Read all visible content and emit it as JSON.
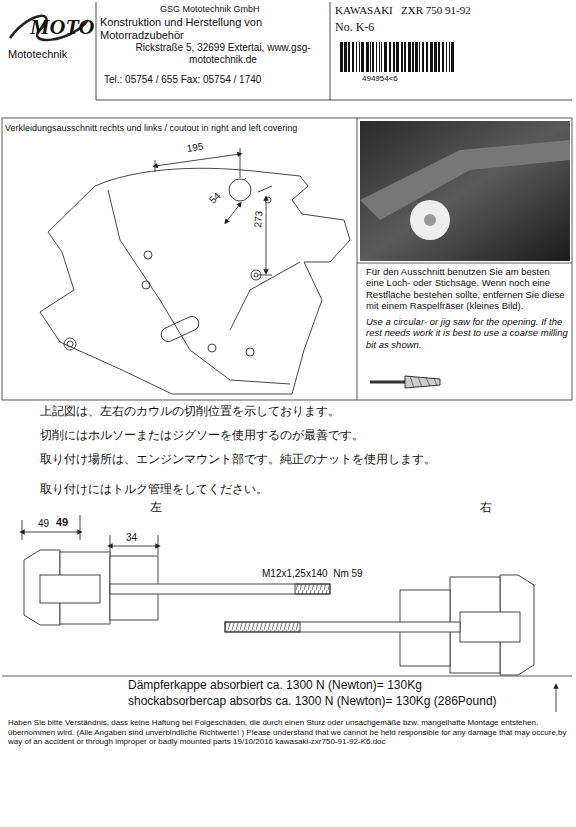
{
  "diagram": {
    "labels": [
      "MOTO",
      "Mototechnik",
      "GSG Mototechnik GmbH",
      "Konstruktion und Herstellung von Motorradzubehör",
      "Rickstraße 5, 32699 Extertai, www.gsg-mototechnik.de",
      "Tel.: 05754 / 655 Fax: 05754 / 1740",
      "KAWASAKI   ZXR 750 91-92",
      "No. K-6",
      "494954<6",
      "Verkleidungsausschnitt rechts und links / coutout in right and left covering",
      "195",
      "54",
      "273",
      "Für den Ausschnitt benutzen Sie am besten eine Loch- oder Stichsäge. Wenn noch eine Restfläche bestehen sollte, entfernen Sie diese mit einem Raspelfräser (kleines Bild).",
      "Use a circular- or jig saw for the opening. If the rest needs work it is best to use a coarse milling bit as shown.",
      "上記図は、左右のカウルの切削位置を示しております。",
      "切削にはホルソーまたはジグソーを使用するのが最善です。",
      "取り付け場所は、エンジンマウント部です。純正のナットを使用します。",
      "取り付けにはトルク管理をしてください。",
      "左",
      "右",
      "49",
      "49",
      "34",
      "M12x1,25x140  Nm 59",
      "Dämpferkappe absorbiert ca. 1300 N (Newton)= 130Kg",
      "shockabsorbercap absorbs ca. 1300 N (Newton)= 130Kg (286Pound)",
      "Haben Sie bitte Verständnis, dass keine Haftung bei Folgeschäden, die durch einen Sturz oder unsachgemäße bzw. mangelhafte Montage entstehen, übernommen wird. (Alle Angaben sind unverbindliche Richtwerte! ) Please understand that we cannot be held responsible for any damage that may occure,by way of an accident or through improper or badly mounted parts 19/10/2016 kawasaki-zxr750-91-92-K6.doc"
    ]
  }
}
